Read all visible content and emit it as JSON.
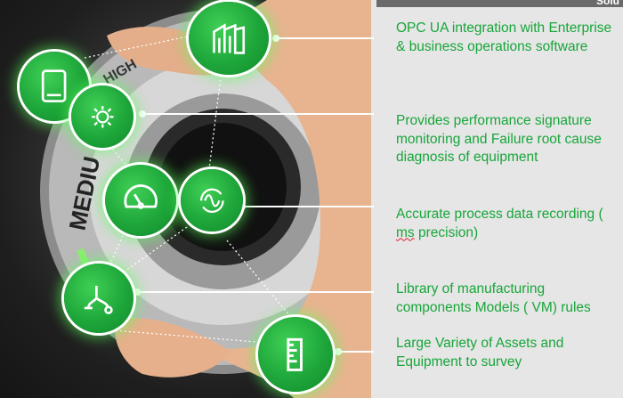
{
  "header": {
    "label": "Solu"
  },
  "dial": {
    "label_medium": "MEDIU",
    "label_high": "HIGH"
  },
  "features": [
    {
      "text": "OPC UA  integration with Enterprise & business operations software"
    },
    {
      "text": "Provides performance signature monitoring and Failure root cause diagnosis of equipment"
    },
    {
      "text_before": "Accurate process data recording ( ",
      "underlined": "ms",
      "text_after": " precision)"
    },
    {
      "text": "Library of manufacturing components Models ( VM) rules"
    },
    {
      "text": "Large Variety of Assets and Equipment to survey"
    }
  ],
  "icons": [
    {
      "name": "factory-icon"
    },
    {
      "name": "tablet-icon"
    },
    {
      "name": "gear-cycle-icon"
    },
    {
      "name": "gauge-icon"
    },
    {
      "name": "waveform-cycle-icon"
    },
    {
      "name": "valve-icon"
    },
    {
      "name": "ruler-icon"
    }
  ],
  "colors": {
    "accent": "#17a63a",
    "icon_green": "#1ea63a",
    "panel_bg": "#e6e6e6"
  }
}
